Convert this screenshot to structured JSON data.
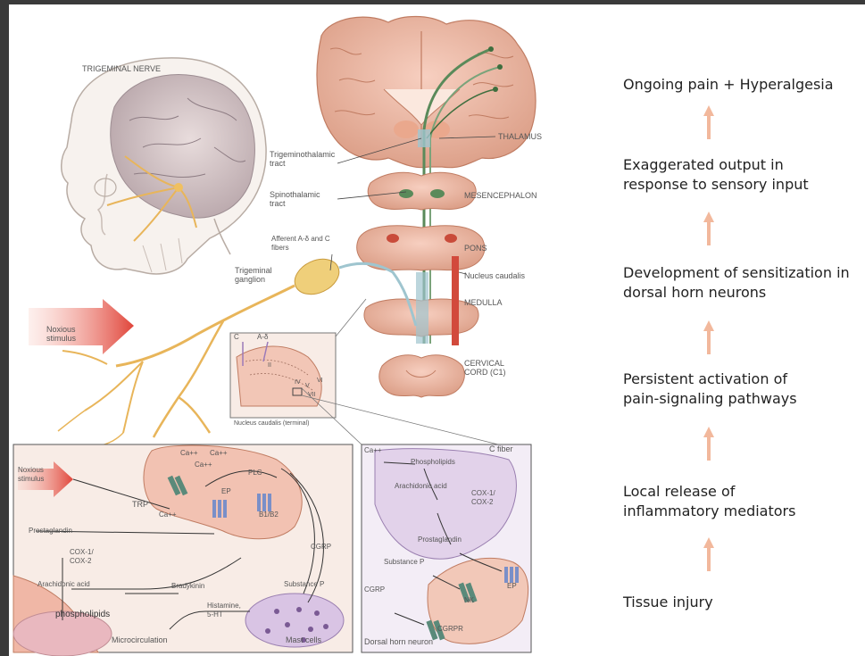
{
  "anatomy_labels": {
    "trigeminal_nerve": "TRIGEMINAL NERVE",
    "trigeminothalamic_tract": "Trigeminothalamic tract",
    "spinothalamic_tract": "Spinothalamic tract",
    "thalamus": "THALAMUS",
    "mesencephalon": "MESENCEPHALON",
    "afferent_fibers": "Afferent A-δ and C fibers",
    "pons": "PONS",
    "trigeminal_ganglion": "Trigeminal ganglion",
    "nucleus_caudalis": "Nucleus caudalis",
    "medulla": "MEDULLA",
    "noxious_stimulus": "Noxious stimulus",
    "cervical_cord": "CERVICAL CORD (C1)",
    "inset_c": "C",
    "inset_a_delta": "A-δ",
    "lamina_ii": "II",
    "lamina_iv": "IV",
    "lamina_v": "V",
    "lamina_vi": "VI",
    "lamina_vii": "VII",
    "nucleus_caudalis_terminal": "Nucleus caudalis (terminal)"
  },
  "left_panel": {
    "noxious_stimulus": "Noxious stimulus",
    "ca1": "Ca++",
    "ca2": "Ca++",
    "ca3": "Ca++",
    "ca4": "Ca++",
    "trp": "TRP",
    "ep": "EP",
    "plc": "PLC",
    "b1b2": "B1/B2",
    "prostaglandin": "Prostaglandin",
    "cox": "COX-1/ COX-2",
    "cgrp": "CGRP",
    "arachidonic_acid": "Arachidonic acid",
    "bradykinin": "Bradykinin",
    "substance_p": "Substance P",
    "phospholipids": "phospholipids",
    "histamine": "Histamine, 5-HT",
    "microcirculation": "Microcirculation",
    "mast_cells": "Mast cells"
  },
  "right_panel": {
    "c_fiber": "C fiber",
    "ca": "Ca++",
    "phospholipids": "Phospholipids",
    "arachidonic_acid": "Arachidonic acid",
    "cox": "COX-1/ COX-2",
    "prostaglandin": "Prostaglandin",
    "substance_p": "Substance P",
    "ep": "EP",
    "cgrp": "CGRP",
    "nk": "NK",
    "cgrpr": "CGRPR",
    "dorsal_horn_neuron": "Dorsal horn neuron"
  },
  "pain_cascade": [
    {
      "text": "Ongoing pain + Hyperalgesia"
    },
    {
      "text": "Exaggerated output in response to sensory input"
    },
    {
      "text": "Development of sensitization in dorsal horn neurons"
    },
    {
      "text": "Persistent activation of pain-signaling pathways"
    },
    {
      "text": "Local release of inflammatory mediators"
    },
    {
      "text": "Tissue injury"
    }
  ],
  "colors": {
    "brain": "#f2b9a0",
    "brain_dark": "#cf8a6c",
    "nerve": "#f0c060",
    "green_path": "#5a8a5a",
    "panel_left_bg": "#f8ece6",
    "panel_right_bg": "#f3edf6",
    "arrow": "#f2b89c",
    "red_stimulus": "#e0453a"
  }
}
